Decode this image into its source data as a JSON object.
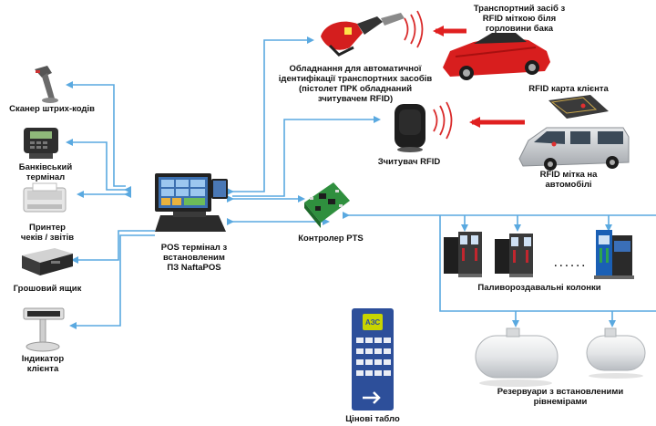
{
  "labels": {
    "barcode_scanner": "Сканер штрих-кодів",
    "bank_terminal": "Банківський\nтермінал",
    "printer": "Принтер\nчеків / звітів",
    "cash_drawer": "Грошовий ящик",
    "customer_display": "Індикатор\nклієнта",
    "pos_terminal": "POS термінал з\nвстановленим\nПЗ NaftaPOS",
    "nozzle_equipment": "Обладнання для автоматичної\nідентифікації транспортних засобів\n(пістолет ПРК обладнаний\nзчитувачем RFID)",
    "vehicle_tag": "Транспортний засіб з\nRFID міткою біля\nгорловини бака",
    "rfid_card": "RFID карта клієнта",
    "rfid_reader": "Зчитувач RFID",
    "van_tag": "RFID мітка на\nавтомобілі",
    "pts_controller": "Контролер PTS",
    "dispensers": "Паливороздавальні колонки",
    "dots": ". . . . . .",
    "tanks": "Резервуари з встановленими\nрівнемірами",
    "price_board": "Цінові табло",
    "price_board_brand": "АЗС"
  },
  "colors": {
    "link": "#5aa9e0",
    "rfid_arrow": "#e02020",
    "car": "#d81e1e",
    "screen": "#3b6fb0",
    "board": "#2d4f9a",
    "board_logo": "#c8d400"
  },
  "icons": {
    "barcode_scanner": "barcode-scanner-icon",
    "bank_terminal": "card-terminal-icon",
    "printer": "receipt-printer-icon",
    "cash_drawer": "cash-drawer-icon",
    "customer_display": "pole-display-icon",
    "pos_terminal": "pos-terminal-icon",
    "nozzle": "fuel-nozzle-icon",
    "rfid_reader": "rfid-reader-icon",
    "controller": "controller-board-icon",
    "dispenser": "fuel-dispenser-icon",
    "tank": "fuel-tank-icon",
    "price_board": "price-board-icon",
    "car": "car-icon",
    "van": "van-icon",
    "card": "rfid-card-icon"
  }
}
